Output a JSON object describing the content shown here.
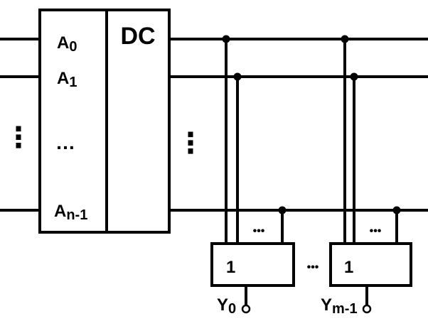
{
  "decoder": {
    "title": "DC",
    "inputs": [
      {
        "base": "A",
        "sub": "0"
      },
      {
        "base": "A",
        "sub": "1"
      },
      {
        "base": "",
        "sub": "",
        "text": "…"
      },
      {
        "base": "A",
        "sub": "n-1"
      }
    ]
  },
  "gates": [
    {
      "label": "1",
      "output": {
        "base": "Y",
        "sub": "0"
      }
    },
    {
      "label": "1",
      "output": {
        "base": "Y",
        "sub": "m-1"
      }
    }
  ],
  "ellipses": {
    "left_vertical": "⋮",
    "mid_vertical": "⋮",
    "gate_input_1": "•••",
    "gate_input_2": "•••",
    "between_gates": "•••"
  }
}
